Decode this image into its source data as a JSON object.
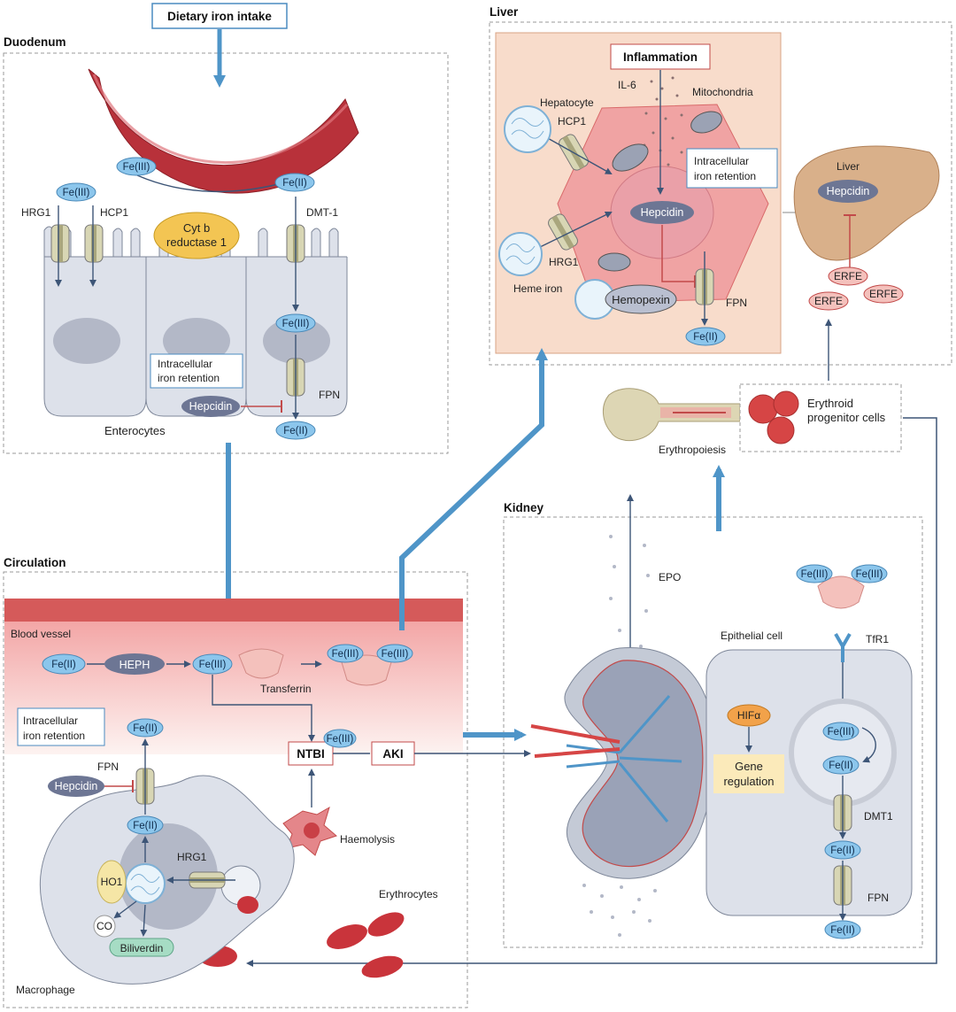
{
  "labels": {
    "dietary": "Dietary iron intake",
    "duodenum": "Duodenum",
    "liver_section": "Liver",
    "kidney": "Kidney",
    "circulation": "Circulation",
    "enterocytes": "Enterocytes",
    "hrg1": "HRG1",
    "hcp1": "HCP1",
    "dmt1_hyphen": "DMT-1",
    "dmt1": "DMT1",
    "fpn": "FPN",
    "cytb_1": "Cyt b",
    "cytb_2": "reductase 1",
    "retention_1": "Intracellular",
    "retention_2": "iron retention",
    "hepcidin": "Hepcidin",
    "inflammation": "Inflammation",
    "il6": "IL-6",
    "hepatocyte": "Hepatocyte",
    "mitochondria": "Mitochondria",
    "heme_iron": "Heme iron",
    "hemopexin": "Hemopexin",
    "liver_organ": "Liver",
    "erfe": "ERFE",
    "erythroid_1": "Erythroid",
    "erythroid_2": "progenitor cells",
    "erythropoiesis": "Erythropoiesis",
    "epo": "EPO",
    "epithelial": "Epithelial cell",
    "tfr1": "TfR1",
    "hif": "HIFα",
    "gene_1": "Gene",
    "gene_2": "regulation",
    "blood_vessel": "Blood vessel",
    "heph": "HEPH",
    "transferrin": "Transferrin",
    "ntbi": "NTBI",
    "aki": "AKI",
    "haemolysis": "Haemolysis",
    "erythrocytes": "Erythrocytes",
    "macrophage": "Macrophage",
    "ho1": "HO1",
    "co": "CO",
    "biliverdin": "Biliverdin",
    "fe3": "Fe(III)",
    "fe2": "Fe(II)"
  },
  "colors": {
    "blue_arrow": "#4f95c8",
    "dark_arrow": "#3d5577",
    "inhibit": "#c24a4a",
    "hepcidin": "#6d7694",
    "fe": "#8cc6ec",
    "cell": "#dde1ea",
    "liver_panel": "#f8dccb",
    "hepatocyte": "#f0a3a3",
    "vessel": "#d55a5a"
  }
}
